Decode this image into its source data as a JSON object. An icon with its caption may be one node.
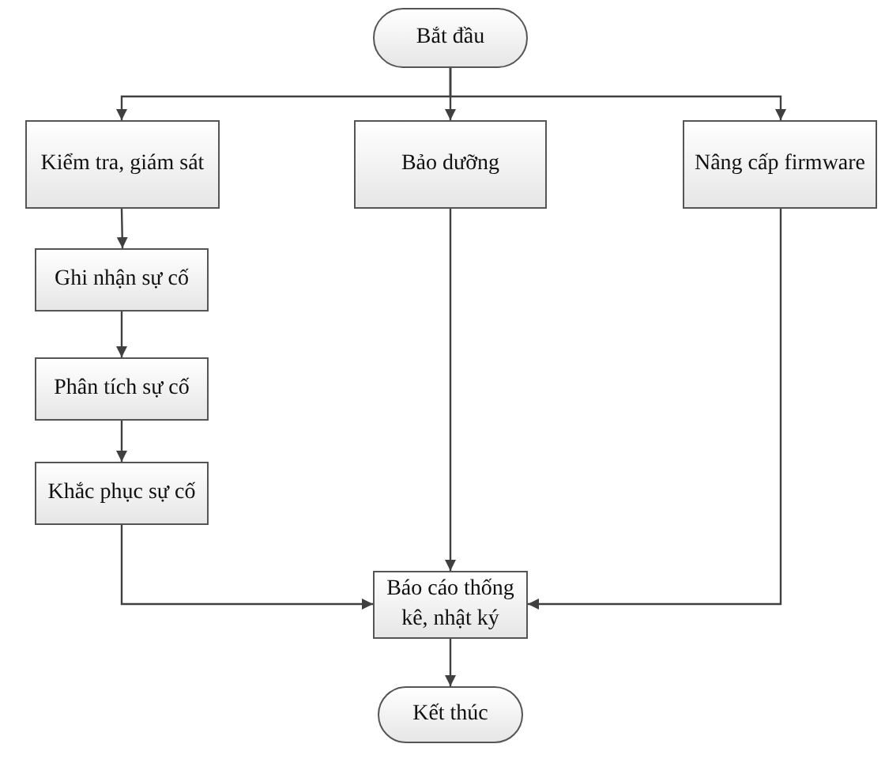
{
  "diagram": {
    "nodes": [
      {
        "text": [
          "Bắt đầu"
        ]
      },
      {
        "text": [
          "Kiểm tra, giám sát"
        ]
      },
      {
        "text": [
          "Bảo dưỡng"
        ]
      },
      {
        "text": [
          "Nâng cấp firmware"
        ]
      },
      {
        "text": [
          "Ghi nhận sự cố"
        ]
      },
      {
        "text": [
          "Phân tích sự cố"
        ]
      },
      {
        "text": [
          "Khắc phục sự cố"
        ]
      },
      {
        "text": [
          "Báo cáo thống kê, nhật ký"
        ]
      },
      {
        "text": [
          "Kết thúc"
        ]
      }
    ],
    "edges": [
      {
        "from": 0,
        "to": 1,
        "arrow": "to"
      },
      {
        "from": 0,
        "to": 2,
        "arrow": "to"
      },
      {
        "from": 0,
        "to": 3,
        "arrow": "to"
      },
      {
        "from": 1,
        "to": 4,
        "arrow": "to"
      },
      {
        "from": 4,
        "to": 5,
        "arrow": "to"
      },
      {
        "from": 5,
        "to": 6,
        "arrow": "to"
      },
      {
        "from": 6,
        "to": 7,
        "arrow": "to"
      },
      {
        "from": 2,
        "to": 7,
        "arrow": "to"
      },
      {
        "from": 3,
        "to": 7,
        "arrow": "to"
      },
      {
        "from": 7,
        "to": 8,
        "arrow": "to"
      }
    ]
  }
}
